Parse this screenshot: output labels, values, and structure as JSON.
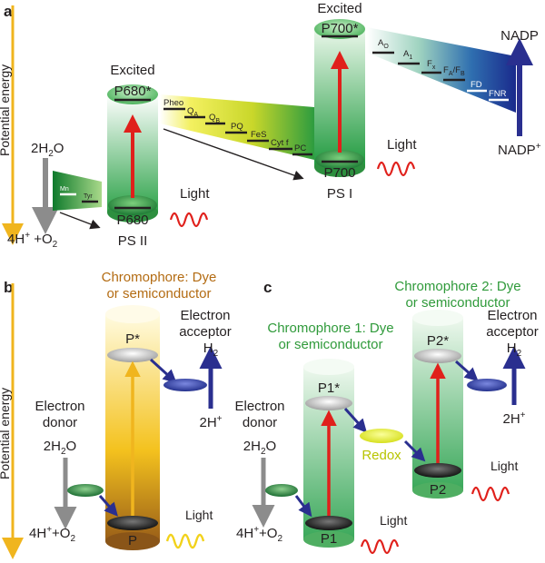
{
  "panel_a": {
    "letter": "a",
    "axis_label": "Potential energy",
    "water": {
      "reactant": "2H",
      "reactant_sub": "2",
      "reactant_end": "O",
      "product": "4H",
      "product_sup": "+",
      "product_end": " +O",
      "product_sub": "2"
    },
    "ps2": {
      "excited_label": "Excited",
      "excited_state": "P680*",
      "ground_state": "P680",
      "name": "PS II",
      "light_label": "Light"
    },
    "ps1": {
      "excited_label": "Excited",
      "excited_state": "P700*",
      "ground_state": "P700",
      "name": "PS I",
      "light_label": "Light"
    },
    "donor_side": {
      "mn": "Mn",
      "tyr": "Tyr"
    },
    "chain1": {
      "pheo": "Pheo",
      "qa": "Q",
      "qa_sub": "A",
      "qb": "Q",
      "qb_sub": "B",
      "pq": "PQ",
      "fes": "FeS",
      "cytf": "Cyt f",
      "pc": "PC"
    },
    "chain2": {
      "a0": "A",
      "a0_sub": "O",
      "a1": "A",
      "a1_sub": "1",
      "fx": "F",
      "fx_sub": "x",
      "fafb": "F",
      "fafb_sub1": "A",
      "fafb_mid": "/F",
      "fafb_sub2": "B",
      "fd": "FD",
      "fnr": "FNR"
    },
    "nadp_top": "NADP",
    "nadp_bottom": "NADP",
    "nadp_bottom_sup": "+"
  },
  "panel_b": {
    "letter": "b",
    "axis_label": "Potential energy",
    "chromophore_line1": "Chromophore: Dye",
    "chromophore_line2": "or semiconductor",
    "excited_state": "P*",
    "ground_state": "P",
    "acceptor_line1": "Electron",
    "acceptor_line2": "acceptor",
    "acceptor_product": "H",
    "acceptor_product_sub": "2",
    "acceptor_reactant": "2H",
    "acceptor_reactant_sup": "+",
    "donor_line1": "Electron",
    "donor_line2": "donor",
    "donor_reactant": "2H",
    "donor_reactant_sub": "2",
    "donor_reactant_end": "O",
    "donor_product": "4H",
    "donor_product_sup": "+",
    "donor_product_end": "+O",
    "donor_product_sub": "2",
    "light_label": "Light"
  },
  "panel_c": {
    "letter": "c",
    "chromophore1_line1": "Chromophore 1: Dye",
    "chromophore1_line2": "or semiconductor",
    "chromophore2_line1": "Chromophore 2: Dye",
    "chromophore2_line2": "or semiconductor",
    "p1_excited": "P1*",
    "p1_ground": "P1",
    "p2_excited": "P2*",
    "p2_ground": "P2",
    "redox": "Redox",
    "acceptor_line1": "Electron",
    "acceptor_line2": "acceptor",
    "acceptor_product": "H",
    "acceptor_product_sub": "2",
    "acceptor_reactant": "2H",
    "acceptor_reactant_sup": "+",
    "donor_line1": "Electron",
    "donor_line2": "donor",
    "donor_reactant": "2H",
    "donor_reactant_sub": "2",
    "donor_reactant_end": "O",
    "donor_product": "4H",
    "donor_product_sup": "+",
    "donor_product_end": "+O",
    "donor_product_sub": "2",
    "light1_label": "Light",
    "light2_label": "Light"
  },
  "colors": {
    "axis": "#f0b51e",
    "red_arrow": "#e0201b",
    "blue_arrow": "#2a2f8f",
    "grey_arrow": "#8c8c8c",
    "green": "#1d8a3a",
    "yellow": "#f2d21b"
  }
}
